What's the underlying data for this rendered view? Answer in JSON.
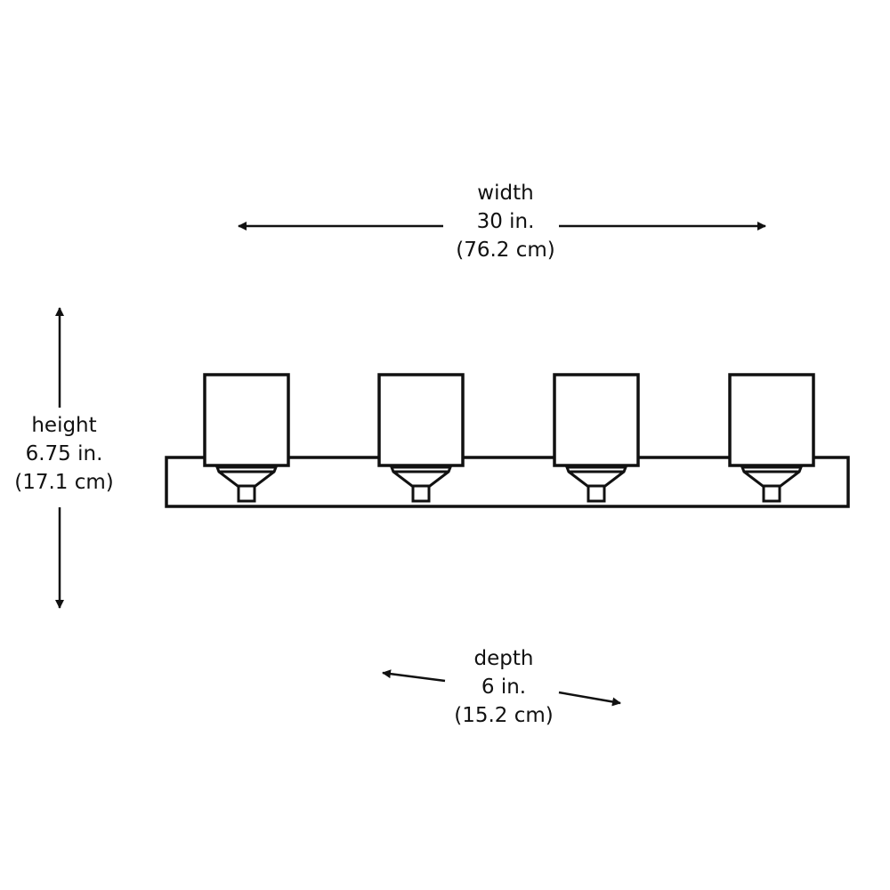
{
  "width": {
    "label": "width",
    "inches": "30 in.",
    "cm": "(76.2 cm)"
  },
  "height": {
    "label": "height",
    "inches": "6.75 in.",
    "cm": "(17.1 cm)"
  },
  "depth": {
    "label": "depth",
    "inches": "6 in.",
    "cm": "(15.2 cm)"
  },
  "fixture": {
    "shade_count": 4,
    "stroke_color": "#111111"
  }
}
